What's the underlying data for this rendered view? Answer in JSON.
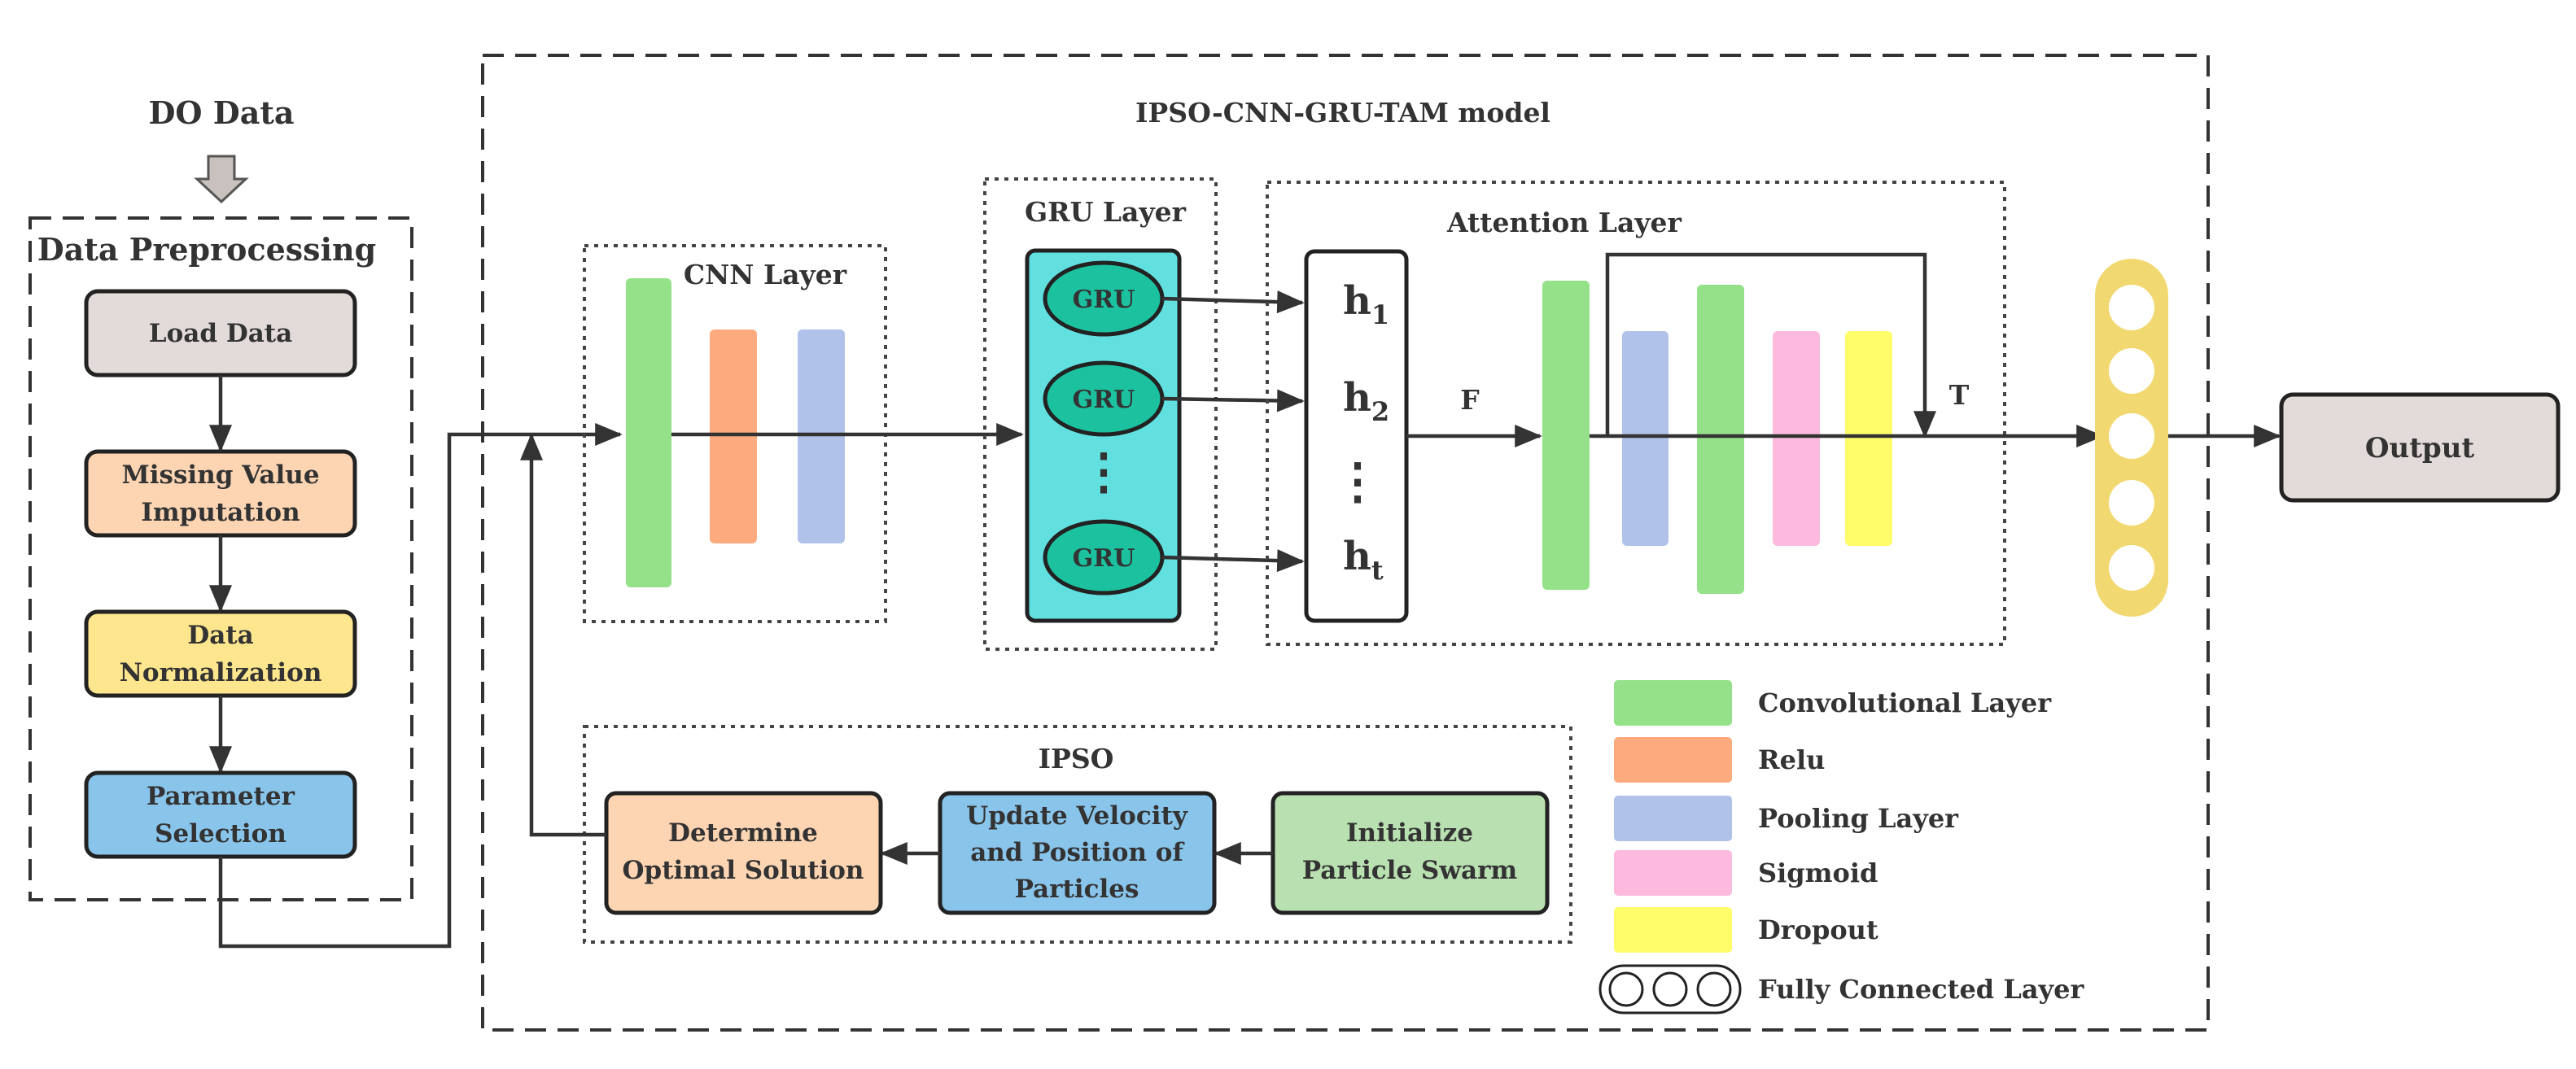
{
  "model_title": "IPSO-CNN-GRU-TAM model",
  "input": {
    "label": "DO Data"
  },
  "preprocessing": {
    "title": "Data Preprocessing",
    "steps": [
      {
        "line1": "Load Data",
        "line2": "",
        "color": "#e2dbd9"
      },
      {
        "line1": "Missing Value",
        "line2": "Imputation",
        "color": "#fdd5b3"
      },
      {
        "line1": "Data",
        "line2": "Normalization",
        "color": "#fde68d"
      },
      {
        "line1": "Parameter",
        "line2": "Selection",
        "color": "#89c4ea"
      }
    ]
  },
  "cnn": {
    "title": "CNN Layer"
  },
  "gru": {
    "title": "GRU Layer",
    "unit_label": "GRU",
    "dots": "⋮"
  },
  "hidden": {
    "h_main": "h",
    "subs": [
      "1",
      "2",
      "t"
    ],
    "dots": "⋮"
  },
  "attention": {
    "title": "Attention Layer",
    "in_label": "F",
    "out_label": "T"
  },
  "output": {
    "label": "Output"
  },
  "ipso": {
    "title": "IPSO",
    "steps": [
      {
        "line1": "Determine",
        "line2": "Optimal Solution",
        "line3": "",
        "color": "#fdd5b3"
      },
      {
        "line1": "Update Velocity",
        "line2": "and Position of",
        "line3": "Particles",
        "color": "#89c4ea"
      },
      {
        "line1": "Initialize",
        "line2": "Particle Swarm",
        "line3": "",
        "color": "#b9e0b1"
      }
    ]
  },
  "legend": [
    {
      "label": "Convolutional Layer",
      "color": "#95e18a"
    },
    {
      "label": "Relu",
      "color": "#fdab7e"
    },
    {
      "label": "Pooling Layer",
      "color": "#b0c2ea"
    },
    {
      "label": "Sigmoid",
      "color": "#fdbade"
    },
    {
      "label": "Dropout",
      "color": "#fffd6a"
    },
    {
      "label": "Fully Connected Layer",
      "color": "#ffffff"
    }
  ],
  "colors": {
    "conv": "#95e18a",
    "relu": "#fdab7e",
    "pool": "#b0c2ea",
    "sigmoid": "#fdbade",
    "dropout": "#fffd6a",
    "gru_panel": "#62e0e0",
    "gru_cell": "#1cc1a0",
    "fc": "#f2d870",
    "output_box": "#e2dbd9",
    "arrow_down": "#c8c1bd"
  }
}
